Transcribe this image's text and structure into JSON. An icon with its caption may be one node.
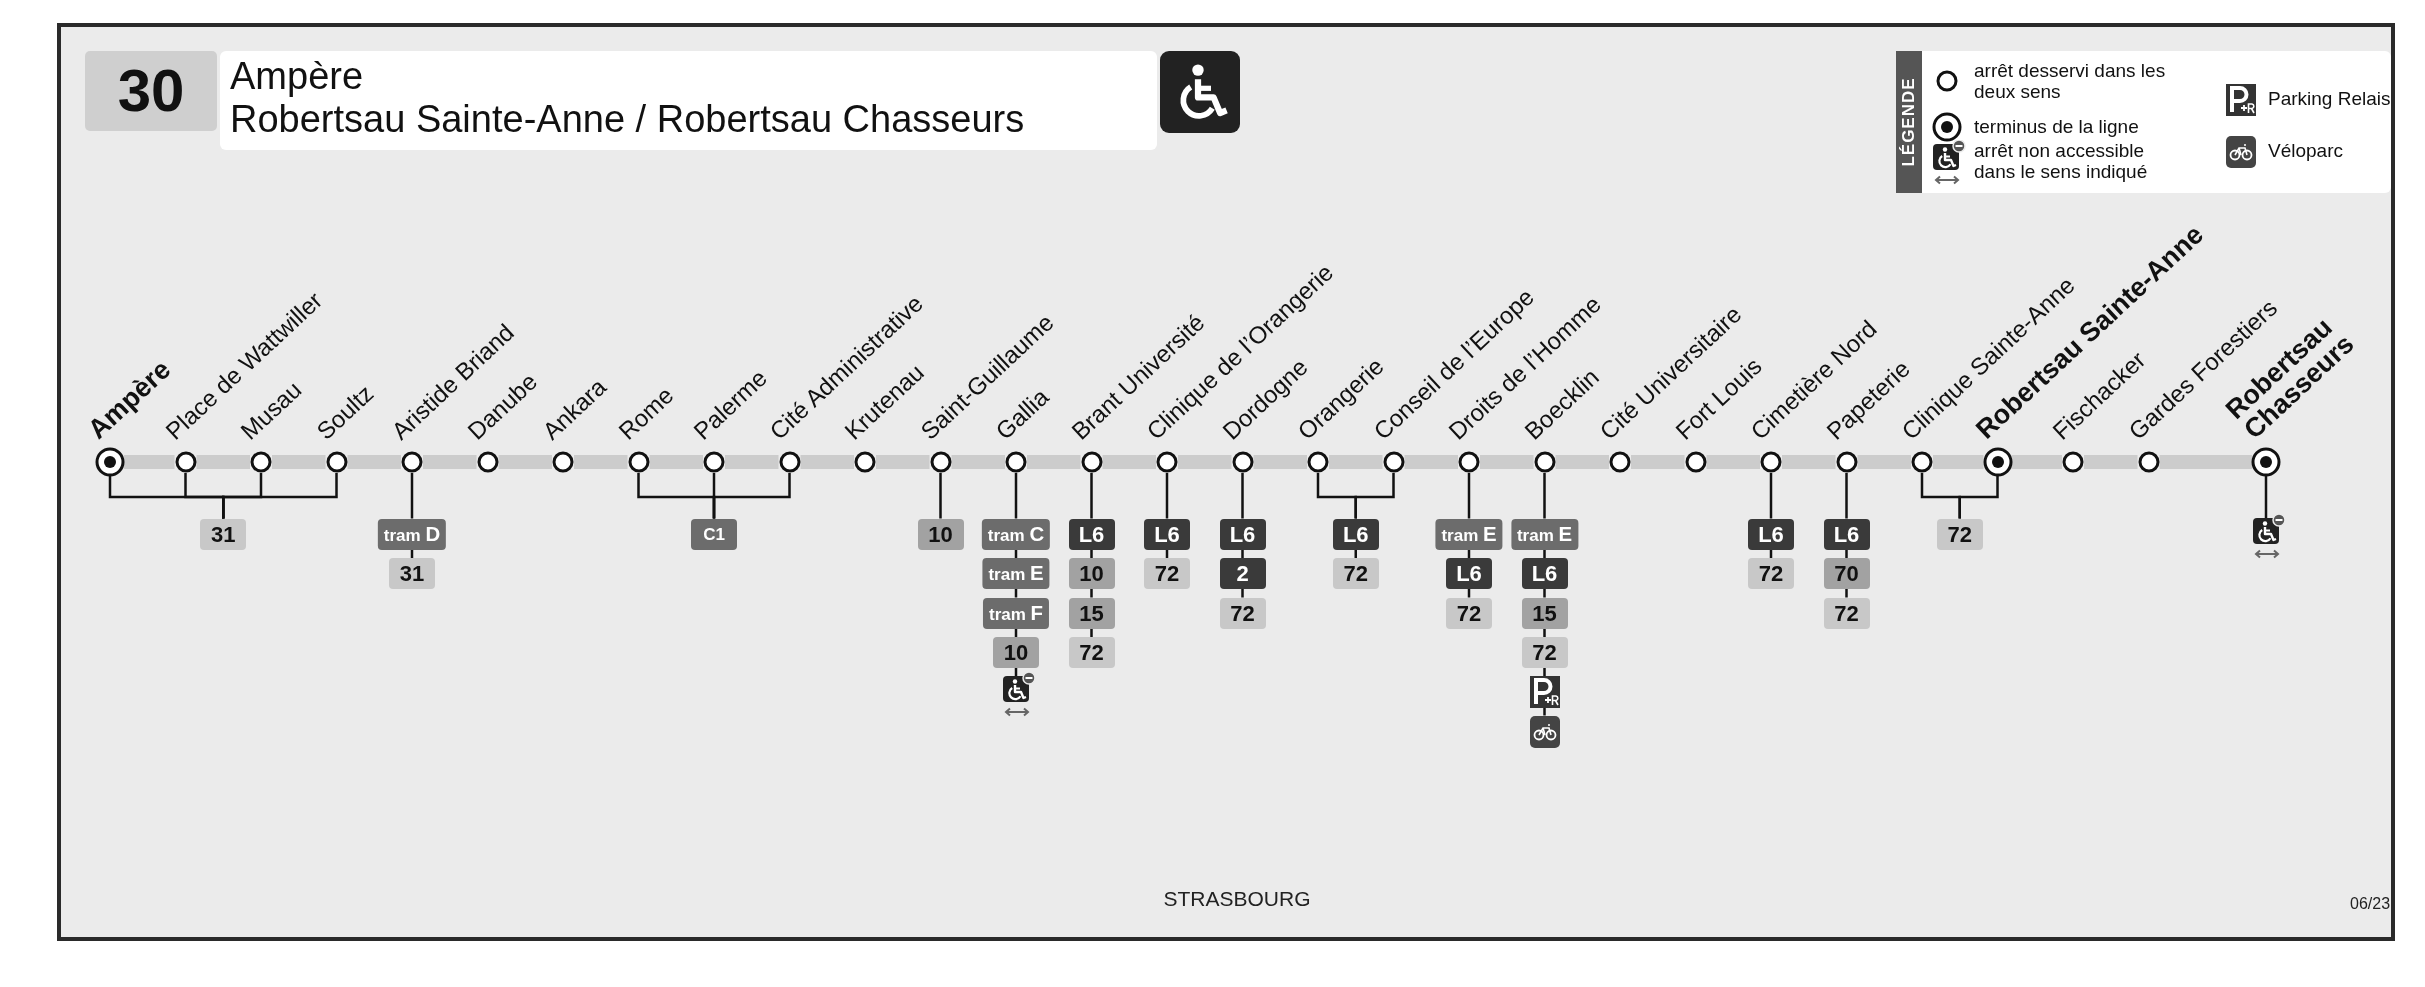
{
  "diagram": {
    "nodes": [
      {
        "text": [
          "Ampère"
        ]
      },
      {
        "text": [
          "Place de Wattwiller"
        ]
      },
      {
        "text": [
          "Musau"
        ]
      },
      {
        "text": [
          "Soultz"
        ]
      },
      {
        "text": [
          "Aristide Briand"
        ]
      },
      {
        "text": [
          "Danube"
        ]
      },
      {
        "text": [
          "Ankara"
        ]
      },
      {
        "text": [
          "Rome"
        ]
      },
      {
        "text": [
          "Palerme"
        ]
      },
      {
        "text": [
          "Cité Administrative"
        ]
      },
      {
        "text": [
          "Krutenau"
        ]
      },
      {
        "text": [
          "Saint-Guillaume"
        ]
      },
      {
        "text": [
          "Gallia"
        ]
      },
      {
        "text": [
          "Brant Université"
        ]
      },
      {
        "text": [
          "Clinique de l’Orangerie"
        ]
      },
      {
        "text": [
          "Dordogne"
        ]
      },
      {
        "text": [
          "Orangerie"
        ]
      },
      {
        "text": [
          "Conseil de l’Europe"
        ]
      },
      {
        "text": [
          "Droits de l’Homme"
        ]
      },
      {
        "text": [
          "Boecklin"
        ]
      },
      {
        "text": [
          "Cité Universitaire"
        ]
      },
      {
        "text": [
          "Fort Louis"
        ]
      },
      {
        "text": [
          "Cimetière Nord"
        ]
      },
      {
        "text": [
          "Papeterie"
        ]
      },
      {
        "text": [
          "Clinique Sainte-Anne"
        ]
      },
      {
        "text": [
          "Robertsau Sainte-Anne"
        ]
      },
      {
        "text": [
          "Fischacker"
        ]
      },
      {
        "text": [
          "Gardes Forestiers"
        ]
      },
      {
        "text": [
          "Robertsau Chasseurs"
        ]
      },
      {
        "text": [
          "31"
        ]
      },
      {
        "text": [
          "tram **D**"
        ]
      },
      {
        "text": [
          "31"
        ]
      },
      {
        "text": [
          "C1"
        ]
      },
      {
        "text": [
          "10"
        ]
      },
      {
        "text": [
          "tram **C**"
        ]
      },
      {
        "text": [
          "tram **E**"
        ]
      },
      {
        "text": [
          "tram **F**"
        ]
      },
      {
        "text": [
          "10"
        ]
      },
      {
        "text": [],
        "shape": "picture"
      },
      {
        "text": [
          "L6"
        ]
      },
      {
        "text": [
          "10"
        ]
      },
      {
        "text": [
          "15"
        ]
      },
      {
        "text": [
          "72"
        ]
      },
      {
        "text": [
          "L6"
        ]
      },
      {
        "text": [
          "72"
        ]
      },
      {
        "text": [
          "L6"
        ]
      },
      {
        "text": [
          "2"
        ]
      },
      {
        "text": [
          "72"
        ]
      },
      {
        "text": [
          "L6"
        ]
      },
      {
        "text": [
          "72"
        ]
      },
      {
        "text": [
          "tram **E**"
        ]
      },
      {
        "text": [
          "L6"
        ]
      },
      {
        "text": [
          "72"
        ]
      },
      {
        "text": [
          "tram **E**"
        ]
      },
      {
        "text": [
          "L6"
        ]
      },
      {
        "text": [
          "15"
        ]
      },
      {
        "text": [
          "72"
        ]
      },
      {
        "text": [],
        "shape": "picture"
      },
      {
        "text": [],
        "shape": "picture"
      },
      {
        "text": [
          "L6"
        ]
      },
      {
        "text": [
          "72"
        ]
      },
      {
        "text": [
          "L6"
        ]
      },
      {
        "text": [
          "70"
        ]
      },
      {
        "text": [
          "72"
        ]
      },
      {
        "text": [
          "72"
        ]
      },
      {
        "text": [],
        "shape": "picture"
      }
    ],
    "edges": [
      {
        "from": 0,
        "to": 1,
        "arrow": "none",
        "style": "thick",
        "color": "#cccccc"
      },
      {
        "from": 1,
        "to": 2,
        "arrow": "none",
        "style": "thick",
        "color": "#cccccc"
      },
      {
        "from": 2,
        "to": 3,
        "arrow": "none",
        "style": "thick",
        "color": "#cccccc"
      },
      {
        "from": 3,
        "to": 4,
        "arrow": "none",
        "style": "thick",
        "color": "#cccccc"
      },
      {
        "from": 4,
        "to": 5,
        "arrow": "none",
        "style": "thick",
        "color": "#cccccc"
      },
      {
        "from": 5,
        "to": 6,
        "arrow": "none",
        "style": "thick",
        "color": "#cccccc"
      },
      {
        "from": 6,
        "to": 7,
        "arrow": "none",
        "style": "thick",
        "color": "#cccccc"
      },
      {
        "from": 7,
        "to": 8,
        "arrow": "none",
        "style": "thick",
        "color": "#cccccc"
      },
      {
        "from": 8,
        "to": 9,
        "arrow": "none",
        "style": "thick",
        "color": "#cccccc"
      },
      {
        "from": 9,
        "to": 10,
        "arrow": "none",
        "style": "thick",
        "color": "#cccccc"
      },
      {
        "from": 10,
        "to": 11,
        "arrow": "none",
        "style": "thick",
        "color": "#cccccc"
      },
      {
        "from": 11,
        "to": 12,
        "arrow": "none",
        "style": "thick",
        "color": "#cccccc"
      },
      {
        "from": 12,
        "to": 13,
        "arrow": "none",
        "style": "thick",
        "color": "#cccccc"
      },
      {
        "from": 13,
        "to": 14,
        "arrow": "none",
        "style": "thick",
        "color": "#cccccc"
      },
      {
        "from": 14,
        "to": 15,
        "arrow": "none",
        "style": "thick",
        "color": "#cccccc"
      },
      {
        "from": 15,
        "to": 16,
        "arrow": "none",
        "style": "thick",
        "color": "#cccccc"
      },
      {
        "from": 16,
        "to": 17,
        "arrow": "none",
        "style": "thick",
        "color": "#cccccc"
      },
      {
        "from": 17,
        "to": 18,
        "arrow": "none",
        "style": "thick",
        "color": "#cccccc"
      },
      {
        "from": 18,
        "to": 19,
        "arrow": "none",
        "style": "thick",
        "color": "#cccccc"
      },
      {
        "from": 19,
        "to": 20,
        "arrow": "none",
        "style": "thick",
        "color": "#cccccc"
      },
      {
        "from": 20,
        "to": 21,
        "arrow": "none",
        "style": "thick",
        "color": "#cccccc"
      },
      {
        "from": 21,
        "to": 22,
        "arrow": "none",
        "style": "thick",
        "color": "#cccccc"
      },
      {
        "from": 22,
        "to": 23,
        "arrow": "none",
        "style": "thick",
        "color": "#cccccc"
      },
      {
        "from": 23,
        "to": 24,
        "arrow": "none",
        "style": "thick",
        "color": "#cccccc"
      },
      {
        "from": 24,
        "to": 25,
        "arrow": "none",
        "style": "thick",
        "color": "#cccccc"
      },
      {
        "from": 25,
        "to": 26,
        "arrow": "none",
        "style": "thick",
        "color": "#cccccc"
      },
      {
        "from": 26,
        "to": 27,
        "arrow": "none",
        "style": "thick",
        "color": "#cccccc"
      },
      {
        "from": 27,
        "to": 28,
        "arrow": "none",
        "style": "thick",
        "color": "#cccccc"
      },
      {
        "from": 0,
        "to": 29,
        "arrow": "none"
      },
      {
        "from": 1,
        "to": 29,
        "arrow": "none"
      },
      {
        "from": 2,
        "to": 29,
        "arrow": "none"
      },
      {
        "from": 3,
        "to": 29,
        "arrow": "none"
      },
      {
        "from": 4,
        "to": 30,
        "arrow": "none"
      },
      {
        "from": 30,
        "to": 31,
        "arrow": "none"
      },
      {
        "from": 7,
        "to": 32,
        "arrow": "none"
      },
      {
        "from": 8,
        "to": 32,
        "arrow": "none"
      },
      {
        "from": 9,
        "to": 32,
        "arrow": "none"
      },
      {
        "from": 11,
        "to": 33,
        "arrow": "none"
      },
      {
        "from": 12,
        "to": 34,
        "arrow": "none"
      },
      {
        "from": 34,
        "to": 35,
        "arrow": "none"
      },
      {
        "from": 35,
        "to": 36,
        "arrow": "none"
      },
      {
        "from": 36,
        "to": 37,
        "arrow": "none"
      },
      {
        "from": 37,
        "to": 38,
        "arrow": "none"
      },
      {
        "from": 13,
        "to": 39,
        "arrow": "none"
      },
      {
        "from": 39,
        "to": 40,
        "arrow": "none"
      },
      {
        "from": 40,
        "to": 41,
        "arrow": "none"
      },
      {
        "from": 41,
        "to": 42,
        "arrow": "none"
      },
      {
        "from": 14,
        "to": 43,
        "arrow": "none"
      },
      {
        "from": 43,
        "to": 44,
        "arrow": "none"
      },
      {
        "from": 15,
        "to": 45,
        "arrow": "none"
      },
      {
        "from": 45,
        "to": 46,
        "arrow": "none"
      },
      {
        "from": 46,
        "to": 47,
        "arrow": "none"
      },
      {
        "from": 16,
        "to": 48,
        "arrow": "none"
      },
      {
        "from": 17,
        "to": 48,
        "arrow": "none"
      },
      {
        "from": 48,
        "to": 49,
        "arrow": "none"
      },
      {
        "from": 18,
        "to": 50,
        "arrow": "none"
      },
      {
        "from": 50,
        "to": 51,
        "arrow": "none"
      },
      {
        "from": 51,
        "to": 52,
        "arrow": "none"
      },
      {
        "from": 19,
        "to": 53,
        "arrow": "none"
      },
      {
        "from": 53,
        "to": 54,
        "arrow": "none"
      },
      {
        "from": 54,
        "to": 55,
        "arrow": "none"
      },
      {
        "from": 55,
        "to": 56,
        "arrow": "none"
      },
      {
        "from": 56,
        "to": 57,
        "arrow": "none"
      },
      {
        "from": 57,
        "to": 58,
        "arrow": "none"
      },
      {
        "from": 22,
        "to": 59,
        "arrow": "none"
      },
      {
        "from": 59,
        "to": 60,
        "arrow": "none"
      },
      {
        "from": 23,
        "to": 61,
        "arrow": "none"
      },
      {
        "from": 61,
        "to": 62,
        "arrow": "none"
      },
      {
        "from": 62,
        "to": 63,
        "arrow": "none"
      },
      {
        "from": 24,
        "to": 64,
        "arrow": "none"
      },
      {
        "from": 25,
        "to": 64,
        "arrow": "none"
      },
      {
        "from": 28,
        "to": 65,
        "arrow": "none"
      }
    ],
    "labels": [
      "30",
      "Ampère",
      "Robertsau Sainte-Anne / Robertsau Chasseurs",
      "LÉGENDE",
      "STRASBOURG",
      "06/23"
    ],
    "legend": [
      {
        "text": "arrêt desservi dans les deux sens"
      },
      {
        "text": "terminus de la ligne"
      },
      {
        "text": "arrêt non accessible dans le sens indiqué"
      },
      {
        "text": "Parking Relais"
      },
      {
        "text": "Véloparc"
      }
    ]
  }
}
